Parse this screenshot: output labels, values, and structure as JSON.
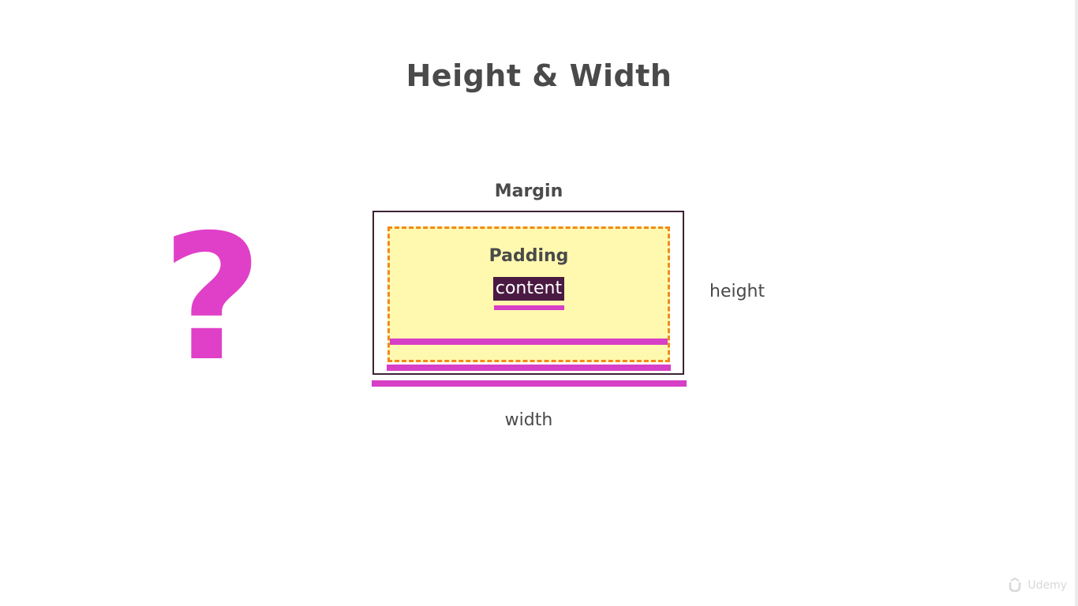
{
  "slide": {
    "title": "Height & Width",
    "question_mark": "?",
    "labels": {
      "margin": "Margin",
      "padding": "Padding",
      "content": "content",
      "height": "height",
      "width": "width"
    },
    "colors": {
      "title_text": "#4a4a4a",
      "question_mark": "#e040c8",
      "margin_border": "#3b2234",
      "padding_fill": "#fff9b0",
      "padding_border_dashed": "#f08a1c",
      "content_fill": "#4a1a42",
      "width_bars": "#d63fc6"
    }
  },
  "watermark": {
    "text": "Udemy",
    "icon": "udemy-logo-icon"
  }
}
